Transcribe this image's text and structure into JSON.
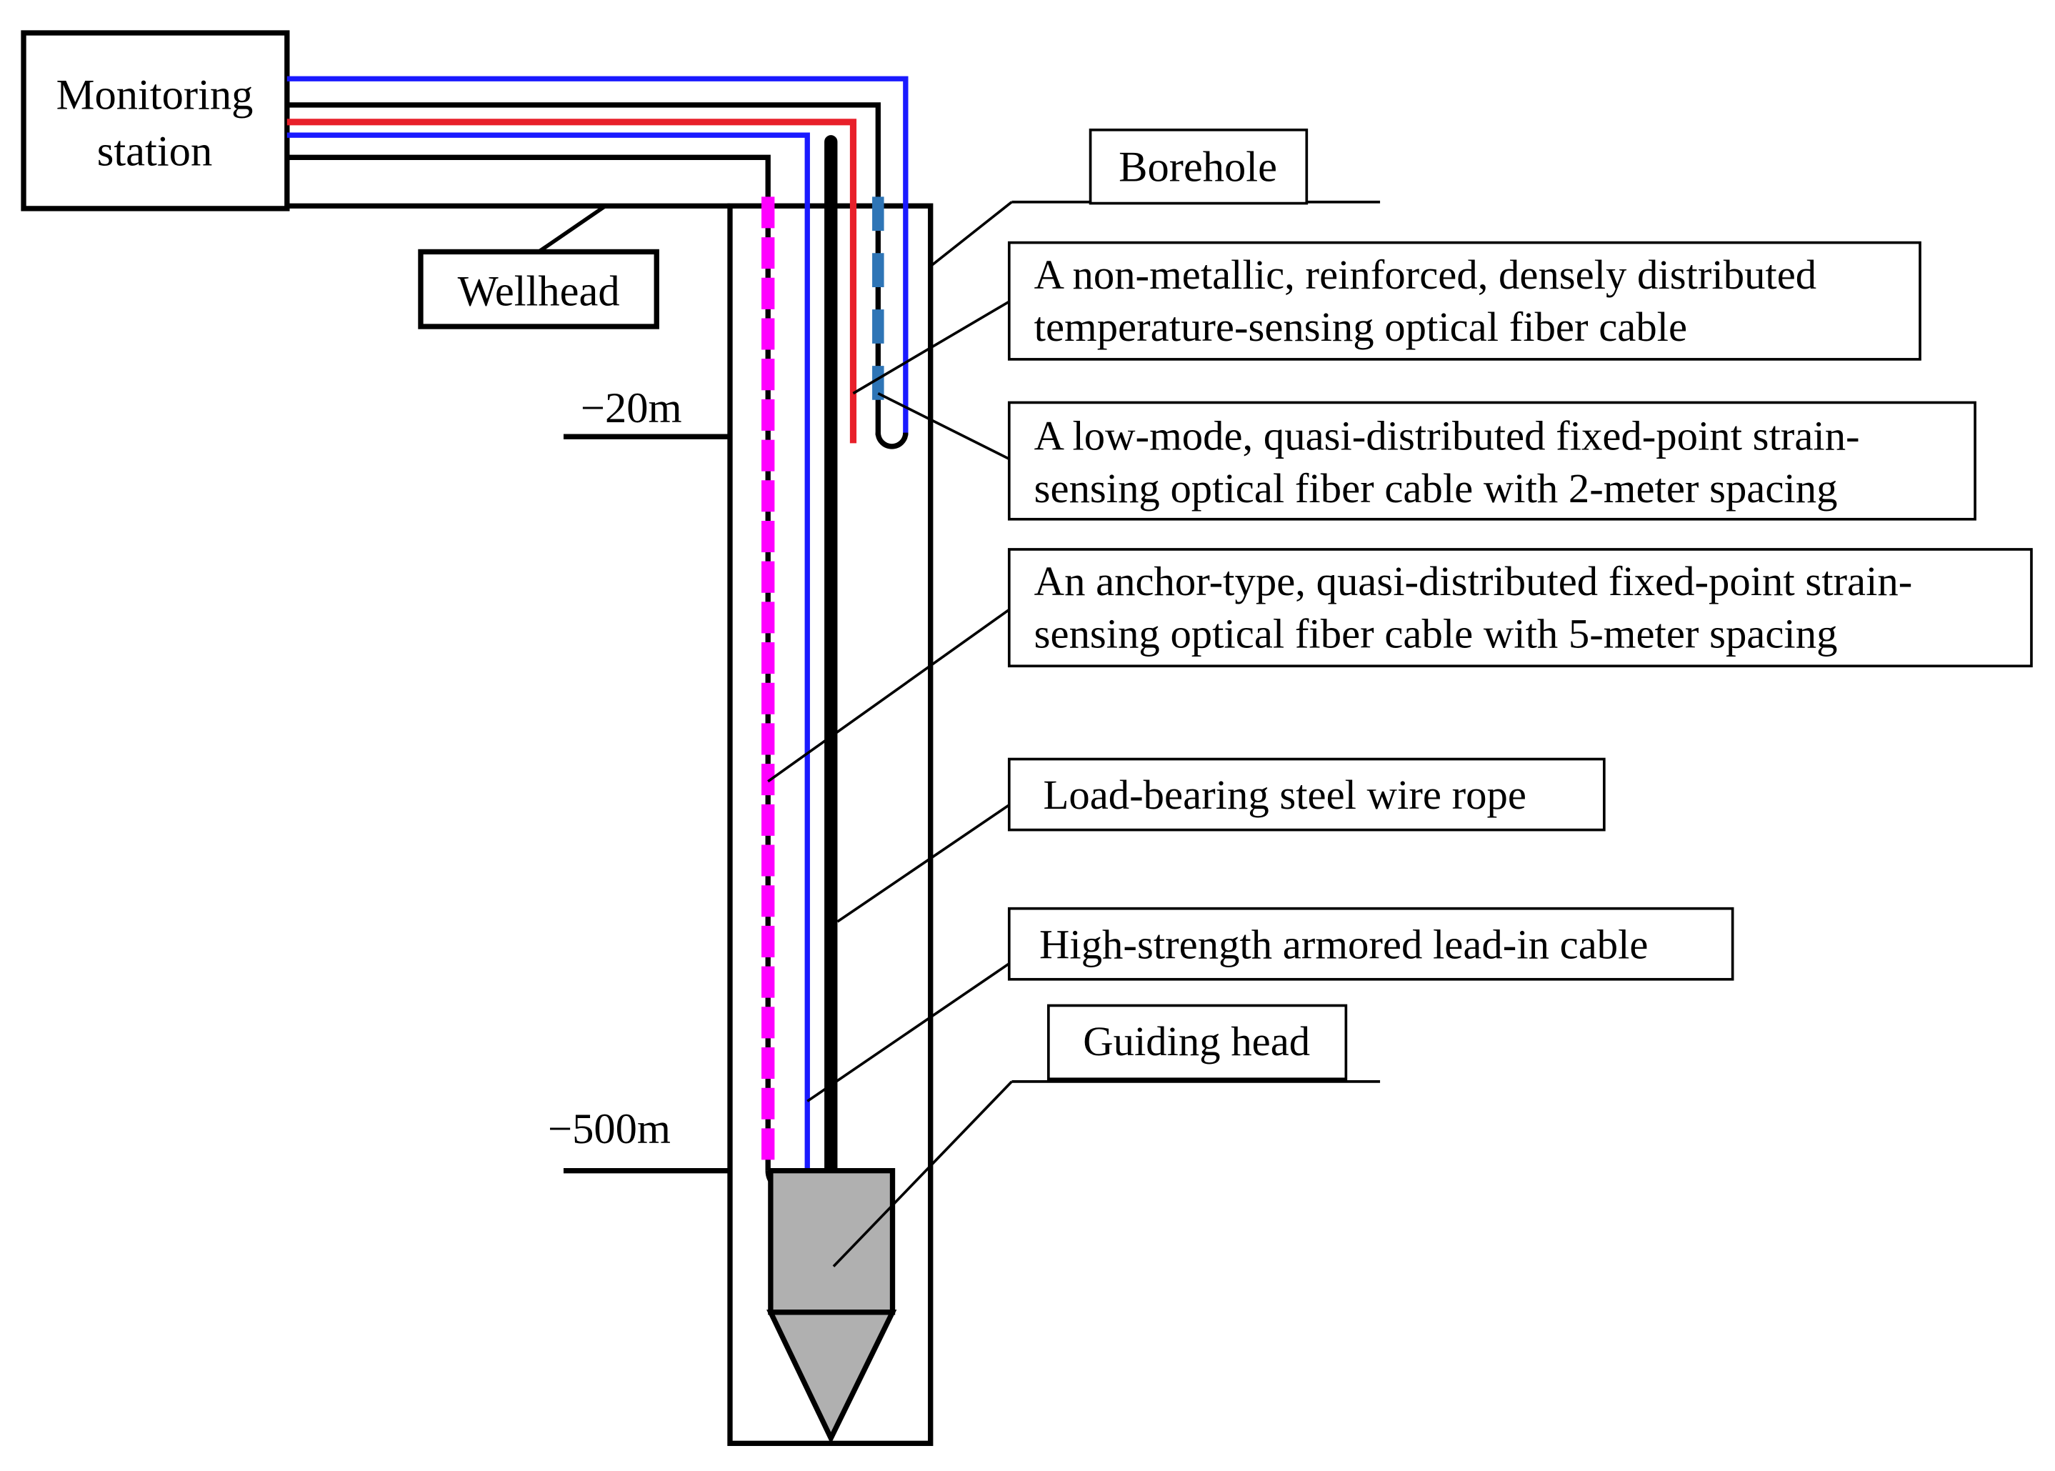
{
  "labels": {
    "monitoring_station_line1": "Monitoring",
    "monitoring_station_line2": "station",
    "wellhead": "Wellhead",
    "depth_20": "−20m",
    "depth_500": "−500m",
    "borehole": "Borehole",
    "temp_cable_line1": "A non-metallic, reinforced, densely distributed",
    "temp_cable_line2": "temperature-sensing optical fiber cable",
    "low_mode_line1": "A low-mode, quasi-distributed fixed-point strain-",
    "low_mode_line2": "sensing optical fiber cable with 2-meter spacing",
    "anchor_line1": "An anchor-type, quasi-distributed fixed-point strain-",
    "anchor_line2": "sensing optical fiber cable with 5-meter spacing",
    "wire_rope": "Load-bearing steel wire rope",
    "lead_in_cable": "High-strength armored lead-in cable",
    "guiding_head": "Guiding head"
  },
  "colors": {
    "temperature_cable": "#e8202a",
    "lead_in_cable": "#1a1aff",
    "anchor_sensor_marks": "#ff00ff",
    "low_mode_sensor_marks": "#2e75b6",
    "guiding_head_fill": "#b0b0b0",
    "line": "#000000"
  }
}
